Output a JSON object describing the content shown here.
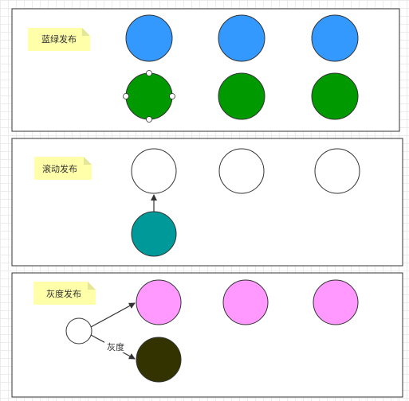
{
  "colors": {
    "frame": "#333333",
    "blue": "#3399ff",
    "green": "#009900",
    "teal": "#009999",
    "pink": "#ff99ff",
    "dark": "#333300",
    "white": "#ffffff",
    "note_fill": "#ffffaa",
    "note_fold": "#e6e699"
  },
  "sections": {
    "blue_green": {
      "label": "蓝绿发布"
    },
    "rolling": {
      "label": "滚动发布"
    },
    "gray": {
      "label": "灰度发布",
      "edge_label": "灰度"
    }
  }
}
